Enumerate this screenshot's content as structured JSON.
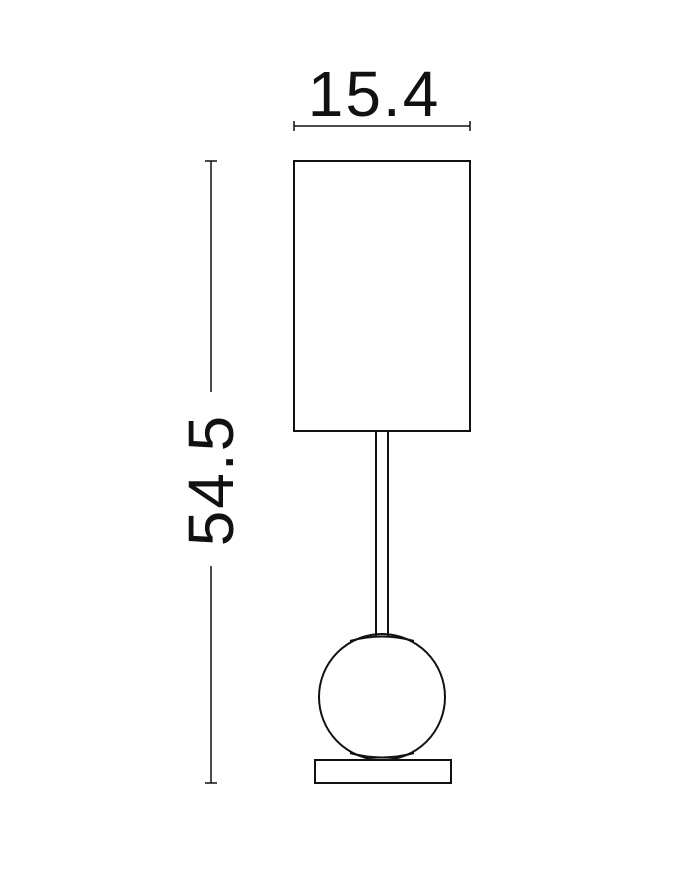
{
  "dimensions": {
    "width_label": "15.4",
    "height_label": "54.5"
  },
  "colors": {
    "line": "#111111",
    "background": "#ffffff"
  },
  "icon": "table-lamp-drawing"
}
